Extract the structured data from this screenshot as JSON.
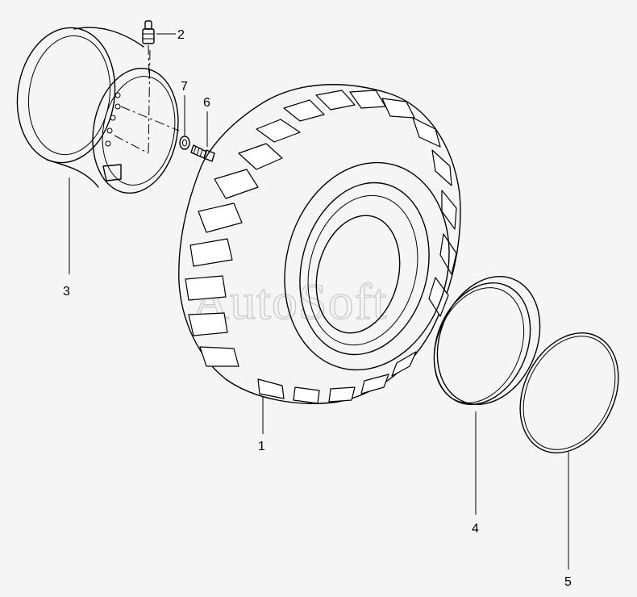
{
  "watermark": "AutoSoft",
  "callouts": [
    {
      "id": "1",
      "label": "1",
      "part": "tire"
    },
    {
      "id": "2",
      "label": "2",
      "part": "valve"
    },
    {
      "id": "3",
      "label": "3",
      "part": "rim"
    },
    {
      "id": "4",
      "label": "4",
      "part": "side-ring"
    },
    {
      "id": "5",
      "label": "5",
      "part": "lock-ring"
    },
    {
      "id": "6",
      "label": "6",
      "part": "bolt"
    },
    {
      "id": "7",
      "label": "7",
      "part": "washer"
    }
  ],
  "colors": {
    "background": "#f5f5f5",
    "line": "#000000",
    "watermark": "#c9c9c9"
  }
}
